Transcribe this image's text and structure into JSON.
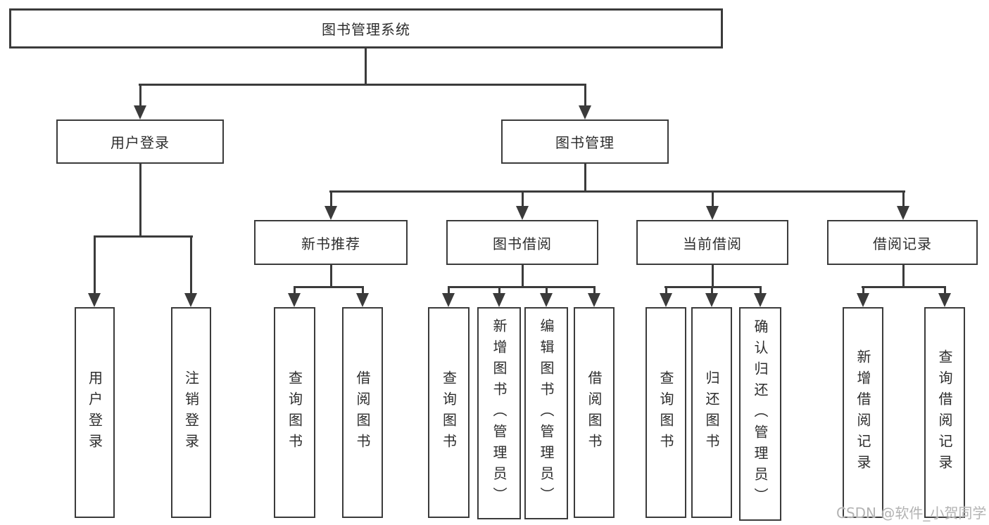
{
  "colors": {
    "line": "#3b3b3b",
    "text": "#2d2d2d",
    "watermark": "#b3b3b3",
    "background": "#ffffff"
  },
  "watermark": {
    "text": "CSDN @软件_小贺同学"
  },
  "hierarchy": {
    "label": "图书管理系统",
    "children": [
      {
        "label": "用户登录",
        "children": [
          {
            "label": "用户登录"
          },
          {
            "label": "注销登录"
          }
        ]
      },
      {
        "label": "图书管理",
        "children": [
          {
            "label": "新书推荐",
            "children": [
              {
                "label": "查询图书"
              },
              {
                "label": "借阅图书"
              }
            ]
          },
          {
            "label": "图书借阅",
            "children": [
              {
                "label": "查询图书"
              },
              {
                "label": "新增图书（管理员）"
              },
              {
                "label": "编辑图书（管理员）"
              },
              {
                "label": "借阅图书"
              }
            ]
          },
          {
            "label": "当前借阅",
            "children": [
              {
                "label": "查询图书"
              },
              {
                "label": "归还图书"
              },
              {
                "label": "确认归还（管理员）"
              }
            ]
          },
          {
            "label": "借阅记录",
            "children": [
              {
                "label": "新增借阅记录"
              },
              {
                "label": "查询借阅记录"
              }
            ]
          }
        ]
      }
    ]
  }
}
